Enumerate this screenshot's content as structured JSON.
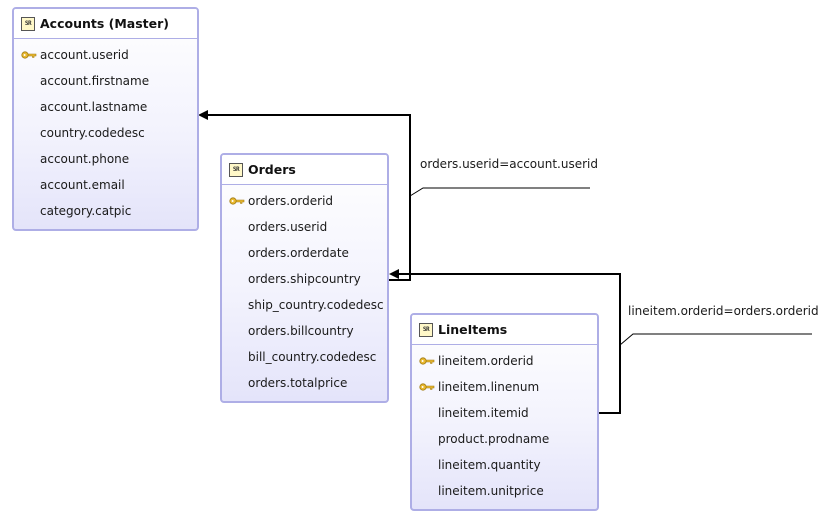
{
  "entities": {
    "accounts": {
      "title": "Accounts (Master)",
      "icon": "sr-table-icon",
      "fields": [
        {
          "name": "account.userid",
          "key": true
        },
        {
          "name": "account.firstname",
          "key": false
        },
        {
          "name": "account.lastname",
          "key": false
        },
        {
          "name": "country.codedesc",
          "key": false
        },
        {
          "name": "account.phone",
          "key": false
        },
        {
          "name": "account.email",
          "key": false
        },
        {
          "name": "category.catpic",
          "key": false
        }
      ]
    },
    "orders": {
      "title": "Orders",
      "icon": "sr-table-icon",
      "fields": [
        {
          "name": "orders.orderid",
          "key": true
        },
        {
          "name": "orders.userid",
          "key": false
        },
        {
          "name": "orders.orderdate",
          "key": false
        },
        {
          "name": "orders.shipcountry",
          "key": false
        },
        {
          "name": "ship_country.codedesc",
          "key": false
        },
        {
          "name": "orders.billcountry",
          "key": false
        },
        {
          "name": "bill_country.codedesc",
          "key": false
        },
        {
          "name": "orders.totalprice",
          "key": false
        }
      ]
    },
    "lineitems": {
      "title": "LineItems",
      "icon": "sr-table-icon",
      "fields": [
        {
          "name": "lineitem.orderid",
          "key": true
        },
        {
          "name": "lineitem.linenum",
          "key": true
        },
        {
          "name": "lineitem.itemid",
          "key": false
        },
        {
          "name": "product.prodname",
          "key": false
        },
        {
          "name": "lineitem.quantity",
          "key": false
        },
        {
          "name": "lineitem.unitprice",
          "key": false
        }
      ]
    }
  },
  "relationships": [
    {
      "label": "orders.userid=account.userid"
    },
    {
      "label": "lineitem.orderid=orders.orderid"
    }
  ],
  "colors": {
    "entity_border": "#aeaee6",
    "connector": "#000000",
    "key_icon": "#e8b830"
  }
}
